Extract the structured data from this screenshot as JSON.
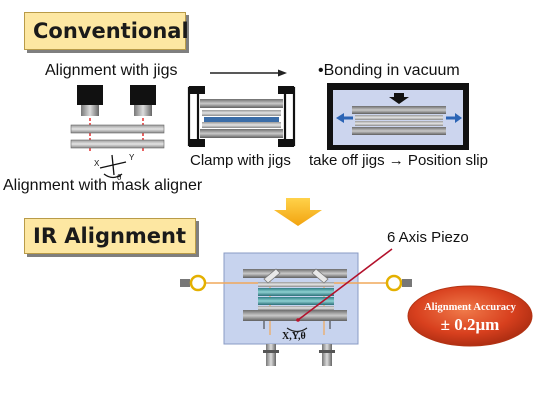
{
  "conventional": {
    "title": "Conventional",
    "alignment_with_jigs": "Alignment with jigs",
    "bonding_in_vacuum": "•Bonding in vacuum",
    "clamp_with_jigs": "Clamp with jigs",
    "take_off_jigs": "take off jigs → Position slip",
    "alignment_mask_aligner": "Alignment with mask aligner",
    "axis_x": "X",
    "axis_y": "Y",
    "axis_theta": "θ"
  },
  "ir": {
    "title": "IR Alignment",
    "piezo_label": "6 Axis Piezo",
    "xyt_label": "X,Y,θ",
    "accuracy_title": "Alignment Accuracy",
    "accuracy_value": "± 0.2μm"
  },
  "colors": {
    "banner_fill": "#fde7a2",
    "arrow_gold": "#f6b51d",
    "badge_red": "#d8401e",
    "pointer_red": "#b3112c",
    "panel_blue": "#c7d3ee"
  }
}
